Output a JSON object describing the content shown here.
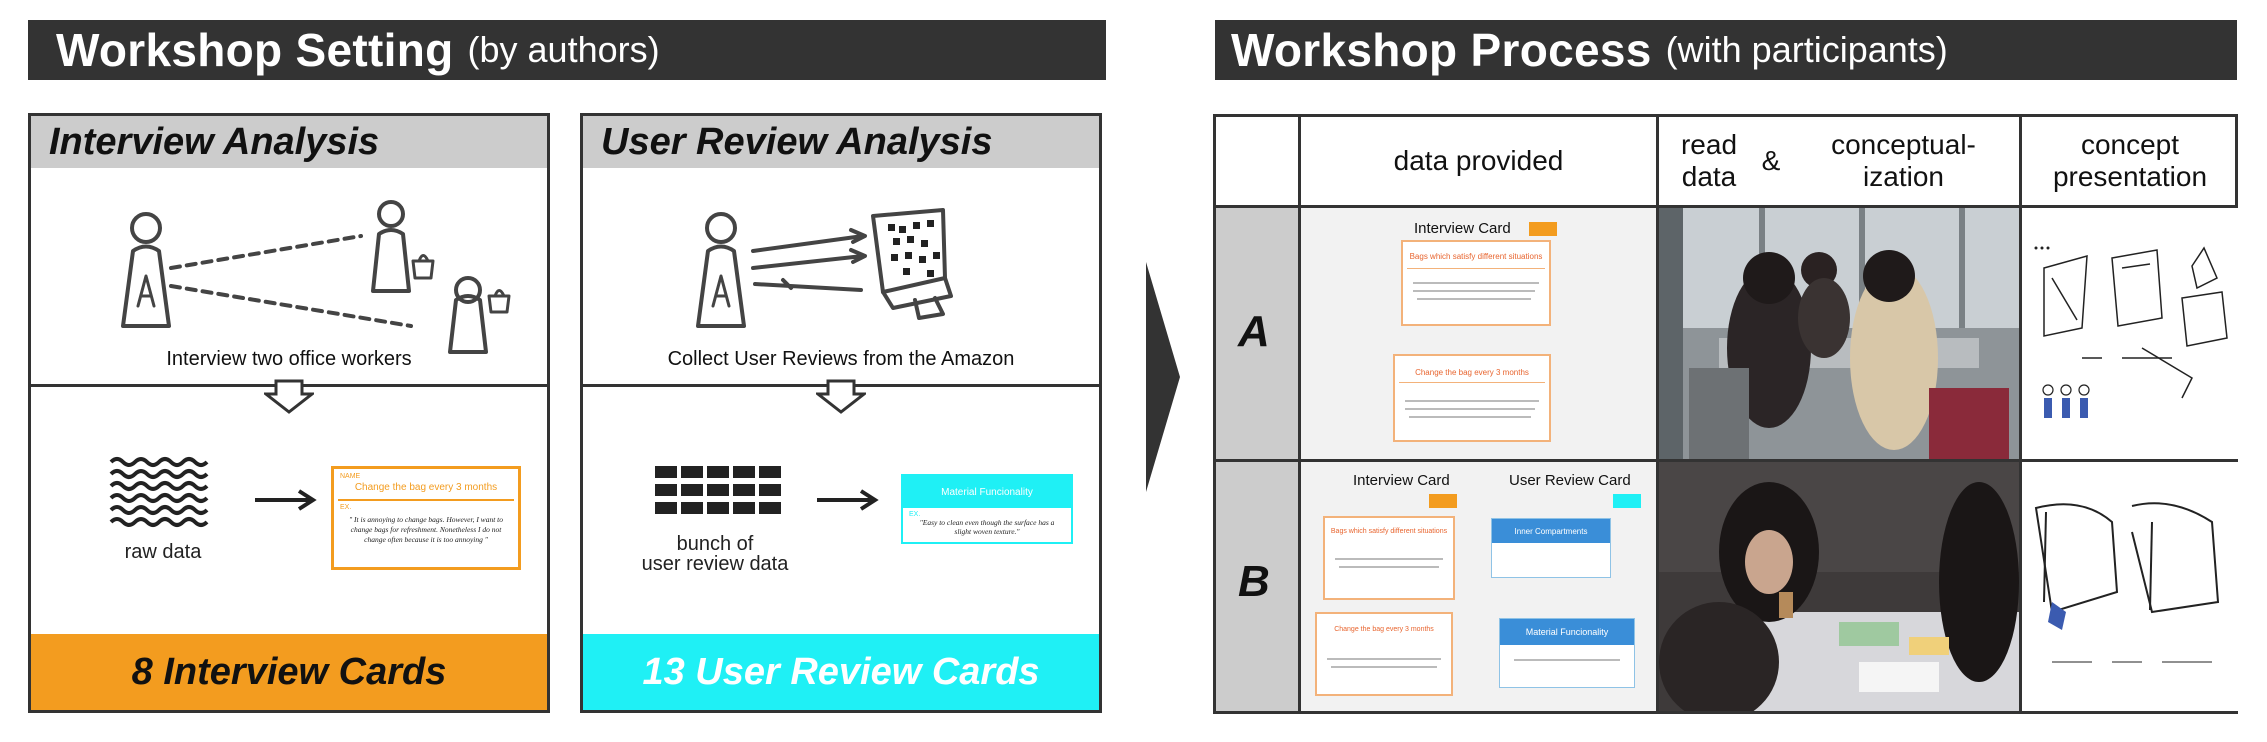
{
  "setting": {
    "title": "Workshop Setting",
    "subtitle": "(by authors)",
    "interview": {
      "heading": "Interview Analysis",
      "caption": "Interview two office workers",
      "raw_label": "raw data",
      "card_name_label": "NAME",
      "card_title": "Change the bag every 3 months",
      "card_ex_label": "EX.",
      "card_quote": "\" It is annoying to change bags. However, I want to change bags for refreshment. Nonetheless I do not change often because it is too annoying \"",
      "result": "8 Interview Cards",
      "result_color": "#f39c1f"
    },
    "review": {
      "heading": "User Review Analysis",
      "caption": "Collect User Reviews from the Amazon",
      "bunch_label_1": "bunch of",
      "bunch_label_2": "user review data",
      "card_title": "Material Funcionality",
      "card_ex_label": "EX.",
      "card_quote": "\"Easy to clean even though the surface has a slight woven texture.\"",
      "result": "13 User Review Cards",
      "result_color": "#1ff0f5"
    }
  },
  "process": {
    "title": "Workshop Process",
    "subtitle": "(with participants)",
    "col_data": "data provided",
    "col_read_1": "read",
    "col_read_2": "data",
    "col_amp": "&",
    "col_concept_1": "conceptual-",
    "col_concept_2": "ization",
    "col_present_1": "concept",
    "col_present_2": "presentation",
    "row_a": "A",
    "row_b": "B",
    "a_card_header": "Interview Card",
    "a_card1_title": "Bags which satisfy different situations",
    "a_card2_title": "Change the bag every 3 months",
    "b_interview_header": "Interview Card",
    "b_review_header": "User Review Card",
    "b_card1_title": "Bags which satisfy different situations",
    "b_card2_title": "Change the bag every 3 months",
    "b_review1_title": "Inner Compartments",
    "b_review2_title": "Material Funcionality",
    "orange": "#f39c1f",
    "cyan": "#1ff0f5"
  }
}
